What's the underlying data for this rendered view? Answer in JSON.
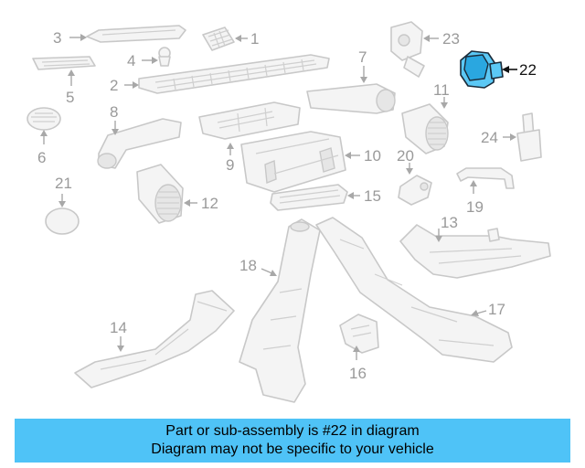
{
  "callouts": {
    "c1": "1",
    "c2": "2",
    "c3": "3",
    "c4": "4",
    "c5": "5",
    "c6": "6",
    "c7": "7",
    "c8": "8",
    "c9": "9",
    "c10": "10",
    "c11": "11",
    "c12": "12",
    "c13": "13",
    "c14": "14",
    "c15": "15",
    "c16": "16",
    "c17": "17",
    "c18": "18",
    "c19": "19",
    "c20": "20",
    "c21": "21",
    "c22": "22",
    "c23": "23",
    "c24": "24"
  },
  "highlight": {
    "part_number": "22",
    "color": "#5bc8f5"
  },
  "banner": {
    "line1": "Part or sub-assembly is #22 in diagram",
    "line2": "Diagram may not be specific to your vehicle",
    "background": "#4fc3f7"
  }
}
